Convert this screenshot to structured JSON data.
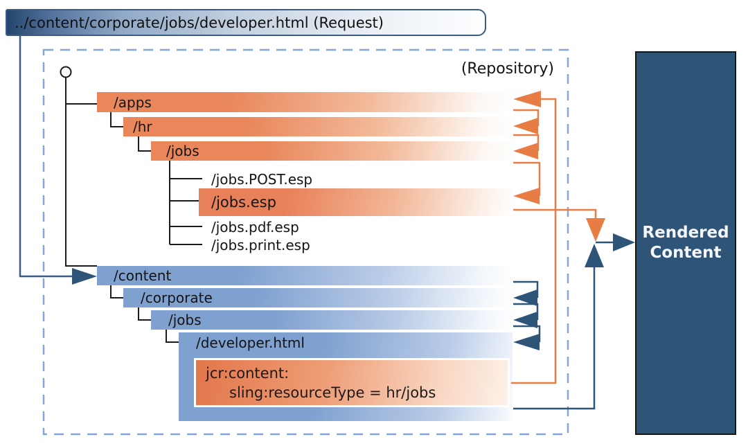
{
  "request": {
    "label": "../content/corporate/jobs/developer.html (Request)"
  },
  "repository": {
    "label": "(Repository)"
  },
  "apps_tree": {
    "apps": "/apps",
    "hr": "/hr",
    "jobs": "/jobs",
    "files": {
      "post": "/jobs.POST.esp",
      "esp": "/jobs.esp",
      "pdf": "/jobs.pdf.esp",
      "print": "/jobs.print.esp"
    }
  },
  "content_tree": {
    "content": "/content",
    "corporate": "/corporate",
    "jobs": "/jobs",
    "developer": "/developer.html",
    "jcr": {
      "line1": "jcr:content:",
      "line2": "sling:resourceType = hr/jobs"
    }
  },
  "rendered": {
    "line1": "Rendered",
    "line2": "Content"
  },
  "colors": {
    "orange_bar": "#e9875b",
    "orange_arrow": "#e87c45",
    "blue_bar": "#7fa1d0",
    "navy": "#2e5478",
    "request_dark": "#24456b",
    "dashed_border": "#86a5d6",
    "tree_line": "#1a1a1a"
  }
}
